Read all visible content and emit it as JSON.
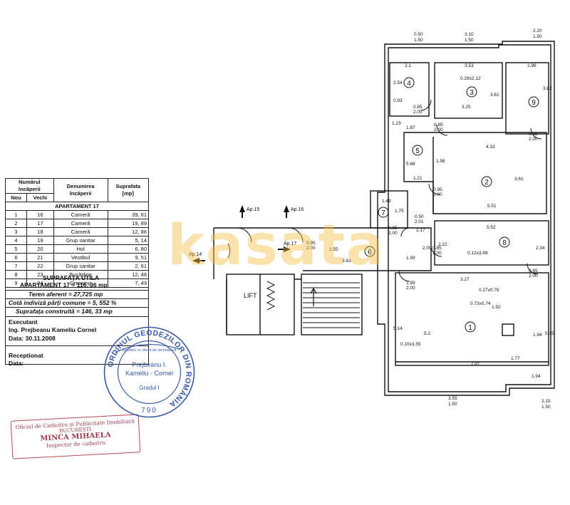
{
  "table": {
    "header_numarul": "Numărul încăperii",
    "header_nou": "Nou",
    "header_vechi": "Vechi",
    "header_denumirea": "Denumirea încăperii",
    "header_suprafata": "Suprafata [mp]",
    "apartment_title": "APARTAMENT 17",
    "rows": [
      {
        "nou": "1",
        "vechi": "16",
        "name": "Cameră",
        "area": "39, 61"
      },
      {
        "nou": "2",
        "vechi": "17",
        "name": "Cameră",
        "area": "19, 89"
      },
      {
        "nou": "3",
        "vechi": "18",
        "name": "Cameră",
        "area": "12, 86"
      },
      {
        "nou": "4",
        "vechi": "19",
        "name": "Grup sanitar",
        "area": "5, 14"
      },
      {
        "nou": "5",
        "vechi": "20",
        "name": "Hol",
        "area": "6, 80"
      },
      {
        "nou": "6",
        "vechi": "21",
        "name": "Vestibul",
        "area": "9, 51"
      },
      {
        "nou": "7",
        "vechi": "22",
        "name": "Grup sanitar",
        "area": "2, 61"
      },
      {
        "nou": "8",
        "vechi": "23",
        "name": "Bucătărie",
        "area": "12, 46"
      },
      {
        "nou": "9",
        "vechi": "24",
        "name": "Dressing",
        "area": "7, 49"
      }
    ],
    "suprafata_utila_title": "SUPRAFAȚA UTILA",
    "suprafata_utila_value": "APARTAMENT 17 = 116, 36 mp",
    "teren": "Teren aferent = 27,725 mp",
    "cota": "Cotă indiviză părți comune = 5, 552 %",
    "construita": "Suprafața construită = 146, 33 mp",
    "executant_label": "Executant",
    "executant_name": "Ing. Prejbeanu Kameliu Cornel",
    "executant_date": "Data: 30.11.2008",
    "receptionat_label": "Receptionat",
    "receptionat_date": "Data:"
  },
  "stamp_round": {
    "ring_text": "ORDINUL GEODEZILOR DIN ROMÂNIA",
    "inner_small": "Geodez cu drept de semnătură",
    "name1": "Prejbeanu I.",
    "name2": "Kameliu - Cornel",
    "grade": "Gradul I",
    "number": "790"
  },
  "stamp_rect": {
    "line1": "Oficiul de Cadastru și Publicitate Imobiliară",
    "line2": "BUCUREȘTI",
    "line3": "MINCA MIHAELA",
    "line4": "Inspector de cadastru"
  },
  "watermark": "kasata",
  "plan": {
    "lift": "LIFT",
    "apartments": [
      "Ap.15",
      "Ap.16",
      "Ap.14",
      "Ap.17"
    ],
    "rooms": [
      "1",
      "2",
      "3",
      "4",
      "5",
      "6",
      "7",
      "8",
      "9"
    ],
    "dims_top": [
      "0.50",
      "1.50",
      "3.10",
      "1.50",
      "2.20",
      "1.50"
    ],
    "dims_bottom": [
      "3.55",
      "1.50",
      "2.15",
      "1.50"
    ],
    "dims_inner": [
      "2.1",
      "3.53",
      "1.96",
      "2.54",
      "0.28x2.12",
      "0.93",
      "3.81",
      "3.82",
      "0.85",
      "2.00",
      "3.25",
      "1.23",
      "1.87",
      "0.85",
      "2.00",
      "0.85",
      "2.00",
      "4.33",
      "5.66",
      "1.98",
      "3.61",
      "1.21",
      "0.95",
      "2.00",
      "1.49",
      "1.75",
      "0.50",
      "2.01",
      "5.51",
      "0.85",
      "2.00",
      "1.17",
      "5.52",
      "0.95",
      "2.00",
      "1.55",
      "2.09",
      "0.85",
      "2.00",
      "2.22",
      "2.34",
      "3.63",
      "1.99",
      "0.12x3.89",
      "3.27",
      "0.85",
      "2.00",
      "0.27x0.76",
      "1.89",
      "2.00",
      "0.73x0.74",
      "1.92",
      "5.14",
      "5.2",
      "1.94",
      "5.15",
      "0.10x3.55",
      "1.77",
      "7.97",
      "1.94"
    ]
  }
}
